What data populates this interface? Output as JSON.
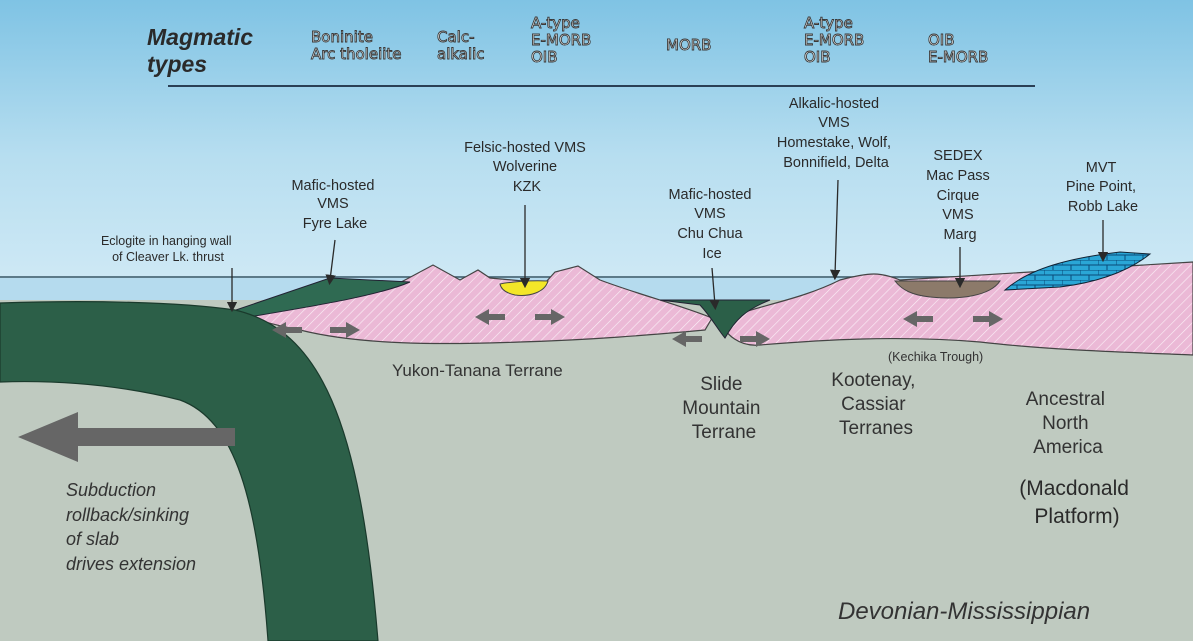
{
  "header": {
    "title_line1": "Magmatic",
    "title_line2": "types",
    "groups": [
      [
        "Boninite",
        "Arc tholeiite"
      ],
      [
        "Calc-",
        "alkalic"
      ],
      [
        "A-type",
        "E-MORB",
        "OIB"
      ],
      [
        "MORB"
      ],
      [
        "A-type",
        "E-MORB",
        "OIB"
      ],
      [
        "OIB",
        "E-MORB"
      ]
    ]
  },
  "deposits": {
    "eclogite": [
      "Eclogite in hanging wall",
      "of Cleaver Lk. thrust"
    ],
    "mafic_fyre": [
      "Mafic-hosted",
      "VMS",
      "Fyre Lake"
    ],
    "felsic": [
      "Felsic-hosted VMS",
      "Wolverine",
      "KZK"
    ],
    "mafic_chu": [
      "Mafic-hosted",
      "VMS",
      "Chu Chua",
      "Ice"
    ],
    "alkalic": [
      "Alkalic-hosted",
      "VMS",
      "Homestake, Wolf,",
      "Bonnifield, Delta"
    ],
    "sedex": [
      "SEDEX",
      "Mac Pass",
      "Cirque",
      "VMS",
      "Marg"
    ],
    "mvt": [
      "MVT",
      "Pine Point,",
      "Robb Lake"
    ]
  },
  "terranes": {
    "yukon": "Yukon-Tanana Terrane",
    "slide": [
      "Slide",
      "Mountain",
      "Terrane"
    ],
    "kechika": "(Kechika Trough)",
    "kootenay": [
      "Kootenay,",
      "Cassiar",
      "Terranes"
    ],
    "ancestral": [
      "Ancestral",
      "North",
      "America"
    ],
    "macdonald": [
      "(Macdonald",
      "Platform)"
    ]
  },
  "subduction": [
    "Subduction",
    "rollback/sinking",
    "of slab",
    "drives extension"
  ],
  "period": "Devonian-Mississippian",
  "colors": {
    "sky": "#acd8ee",
    "ocean": "#b9dced",
    "mantle": "#bec9bf",
    "slab": "#2c5f48",
    "terrane_pink": "#e9b6d4",
    "carbonate_blue": "#2aa6d6",
    "felsic_yellow": "#f3e628",
    "sedex_brown": "#8b7a6a",
    "arrow_gray": "#666666"
  }
}
